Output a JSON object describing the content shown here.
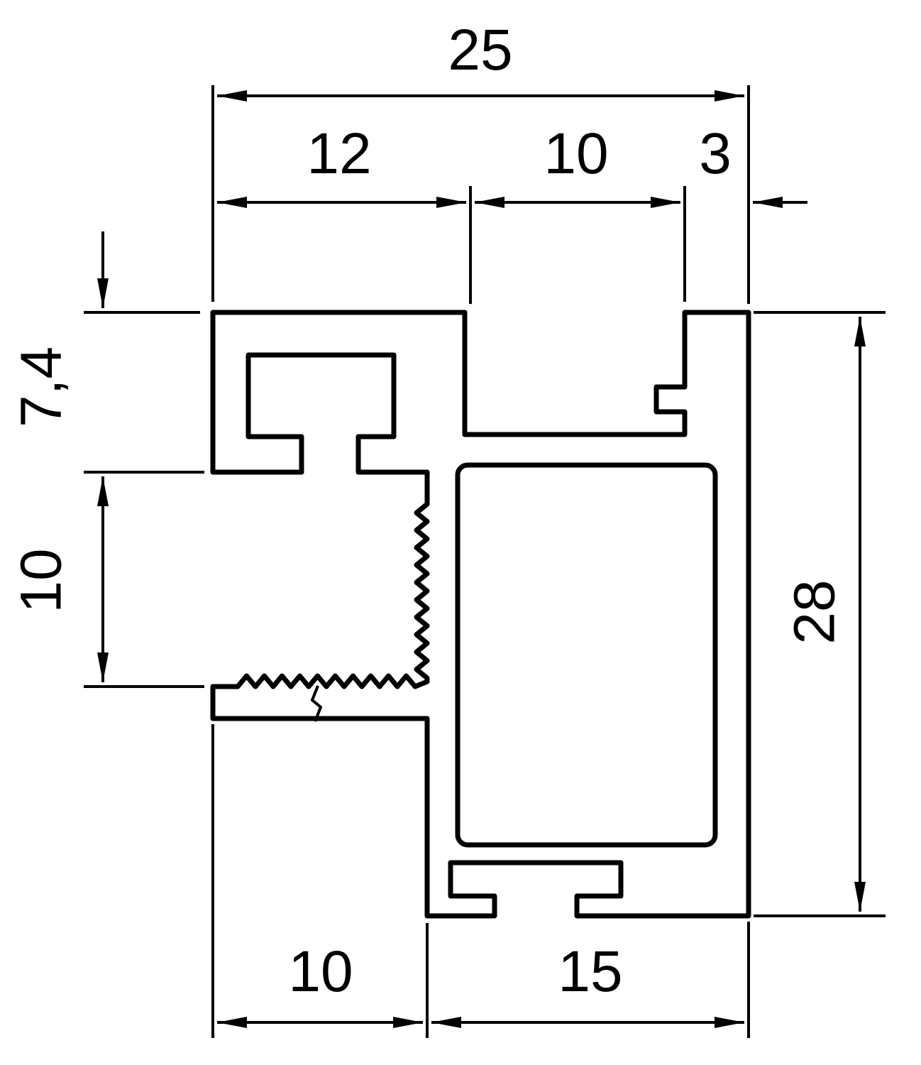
{
  "drawing": {
    "background_color": "#ffffff",
    "line_color": "#000000",
    "kind": "profile-cross-section-dimension-drawing"
  },
  "dimensions": {
    "top_overall": {
      "label": "25",
      "value": 25
    },
    "top_left": {
      "label": "12",
      "value": 12
    },
    "top_middle": {
      "label": "10",
      "value": 10
    },
    "top_right": {
      "label": "3",
      "value": 3
    },
    "left_upper": {
      "label": "7,4",
      "value": 7.4
    },
    "left_mid": {
      "label": "10",
      "value": 10
    },
    "right_height": {
      "label": "28",
      "value": 28
    },
    "bottom_left": {
      "label": "10",
      "value": 10
    },
    "bottom_right": {
      "label": "15",
      "value": 15
    }
  }
}
